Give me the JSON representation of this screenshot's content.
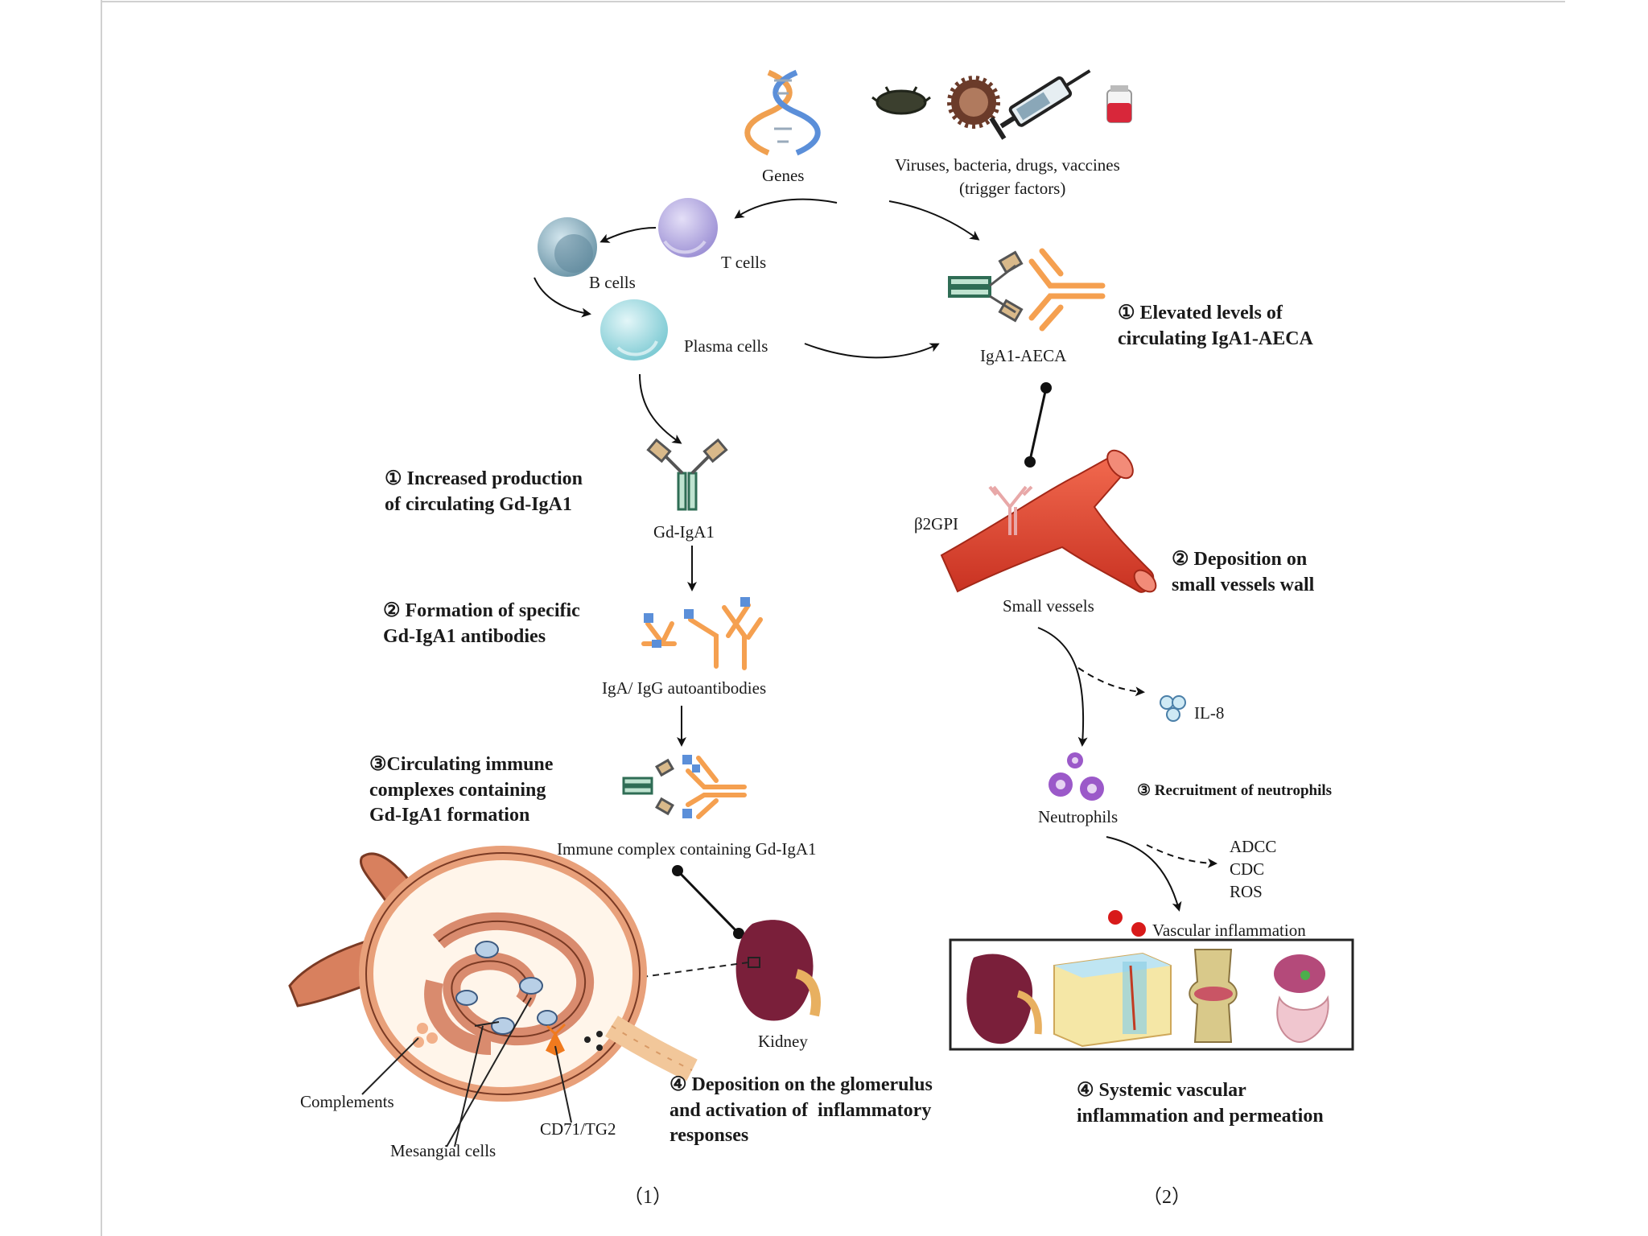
{
  "top": {
    "genes_label": "Genes",
    "triggers_label": "Viruses, bacteria, drugs, vaccines",
    "triggers_sub": "(trigger factors)"
  },
  "cells": {
    "t_cells": "T cells",
    "b_cells": "B cells",
    "plasma_cells": "Plasma cells"
  },
  "left_pathway": {
    "step1": "① Increased production\nof circulating Gd-IgA1",
    "gd_iga1_label": "Gd-IgA1",
    "step2": "② Formation of specific\nGd-IgA1 antibodies",
    "autoantibodies_label": "IgA/ IgG  autoantibodies",
    "step3": "③Circulating immune\ncomplexes containing\nGd-IgA1 formation",
    "immune_complex_label": "Immune  complex  containing Gd-IgA1",
    "kidney_label": "Kidney",
    "complements_label": "Complements",
    "mesangial_label": "Mesangial cells",
    "cd71_label": "CD71/TG2",
    "step4": "④ Deposition on the glomerulus\nand activation of  inflammatory\nresponses",
    "panel_label": "（1）"
  },
  "right_pathway": {
    "aeca_label": "IgA1-AECA",
    "step1": "① Elevated levels of\ncirculating IgA1-AECA",
    "b2gpi_label": "β2GPI",
    "vessels_label": "Small  vessels",
    "step2": "② Deposition on\nsmall vessels wall",
    "il8_label": "IL-8",
    "step3": "③ Recruitment of neutrophils",
    "neutrophils_label": "Neutrophils",
    "adcc": "ADCC",
    "cdc": "CDC",
    "ros": "ROS",
    "vascular_label": "Vascular  inflammation",
    "step4": "④ Systemic vascular\ninflammation and permeation",
    "panel_label": "（2）"
  },
  "colors": {
    "vessel_red": "#e8432f",
    "antibody_orange": "#f5a050",
    "antibody_blue": "#5b8fd9",
    "kidney_maroon": "#7a1f3a",
    "neutrophil_purple": "#9b59c9",
    "glomerulus_tan": "#e8a07a"
  }
}
